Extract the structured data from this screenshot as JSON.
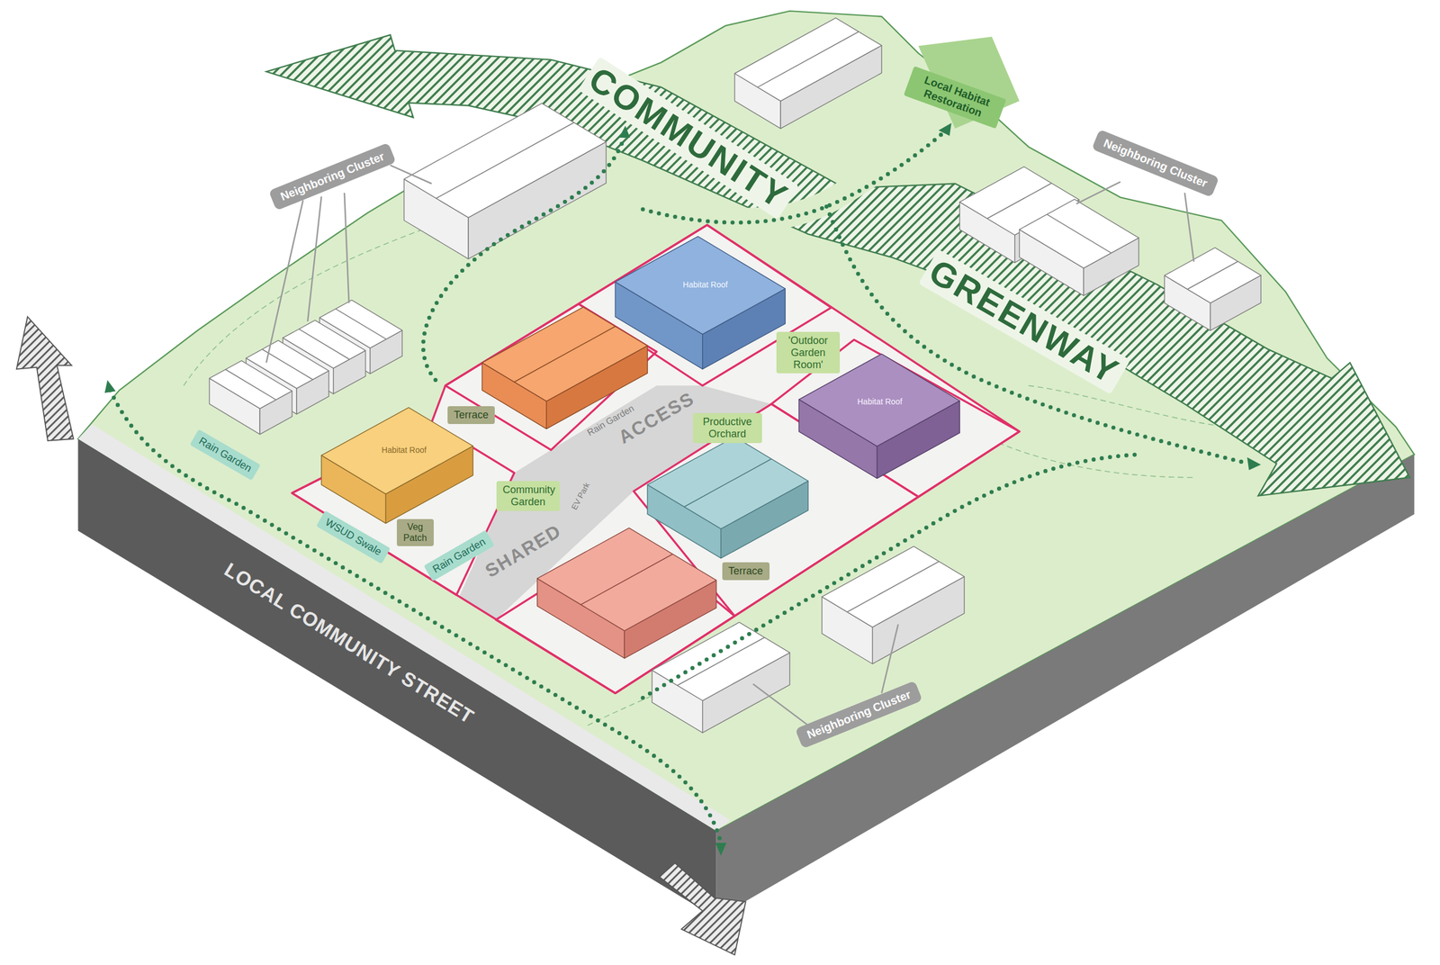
{
  "diagram": {
    "nodes": [
      {
        "text": [
          "Local Habitat Restoration"
        ]
      },
      {
        "text": [
          "Neighboring Cluster"
        ]
      },
      {
        "text": [
          "Neighboring Cluster"
        ]
      },
      {
        "text": [
          "'Outdoor Garden Room'"
        ]
      },
      {
        "text": [
          "Terrace"
        ]
      },
      {
        "text": [
          "Productive Orchard"
        ]
      },
      {
        "text": [
          "Rain Garden"
        ]
      },
      {
        "text": [
          "Community Garden"
        ]
      },
      {
        "text": [
          "Veg Patch"
        ]
      },
      {
        "text": [
          "WSUD Swale"
        ]
      },
      {
        "text": [
          "Terrace"
        ]
      },
      {
        "text": [
          "Rain Garden"
        ]
      },
      {
        "text": [
          "Neighboring Cluster"
        ]
      }
    ],
    "labels": [
      "COMMUNITY",
      "GREENWAY",
      "Habitat Roof",
      "Habitat Roof",
      "Rain Garden",
      "ACCESS",
      "Habitat Roof",
      "EV Park",
      "SHARED",
      "LOCAL COMMUNITY STREET"
    ]
  }
}
